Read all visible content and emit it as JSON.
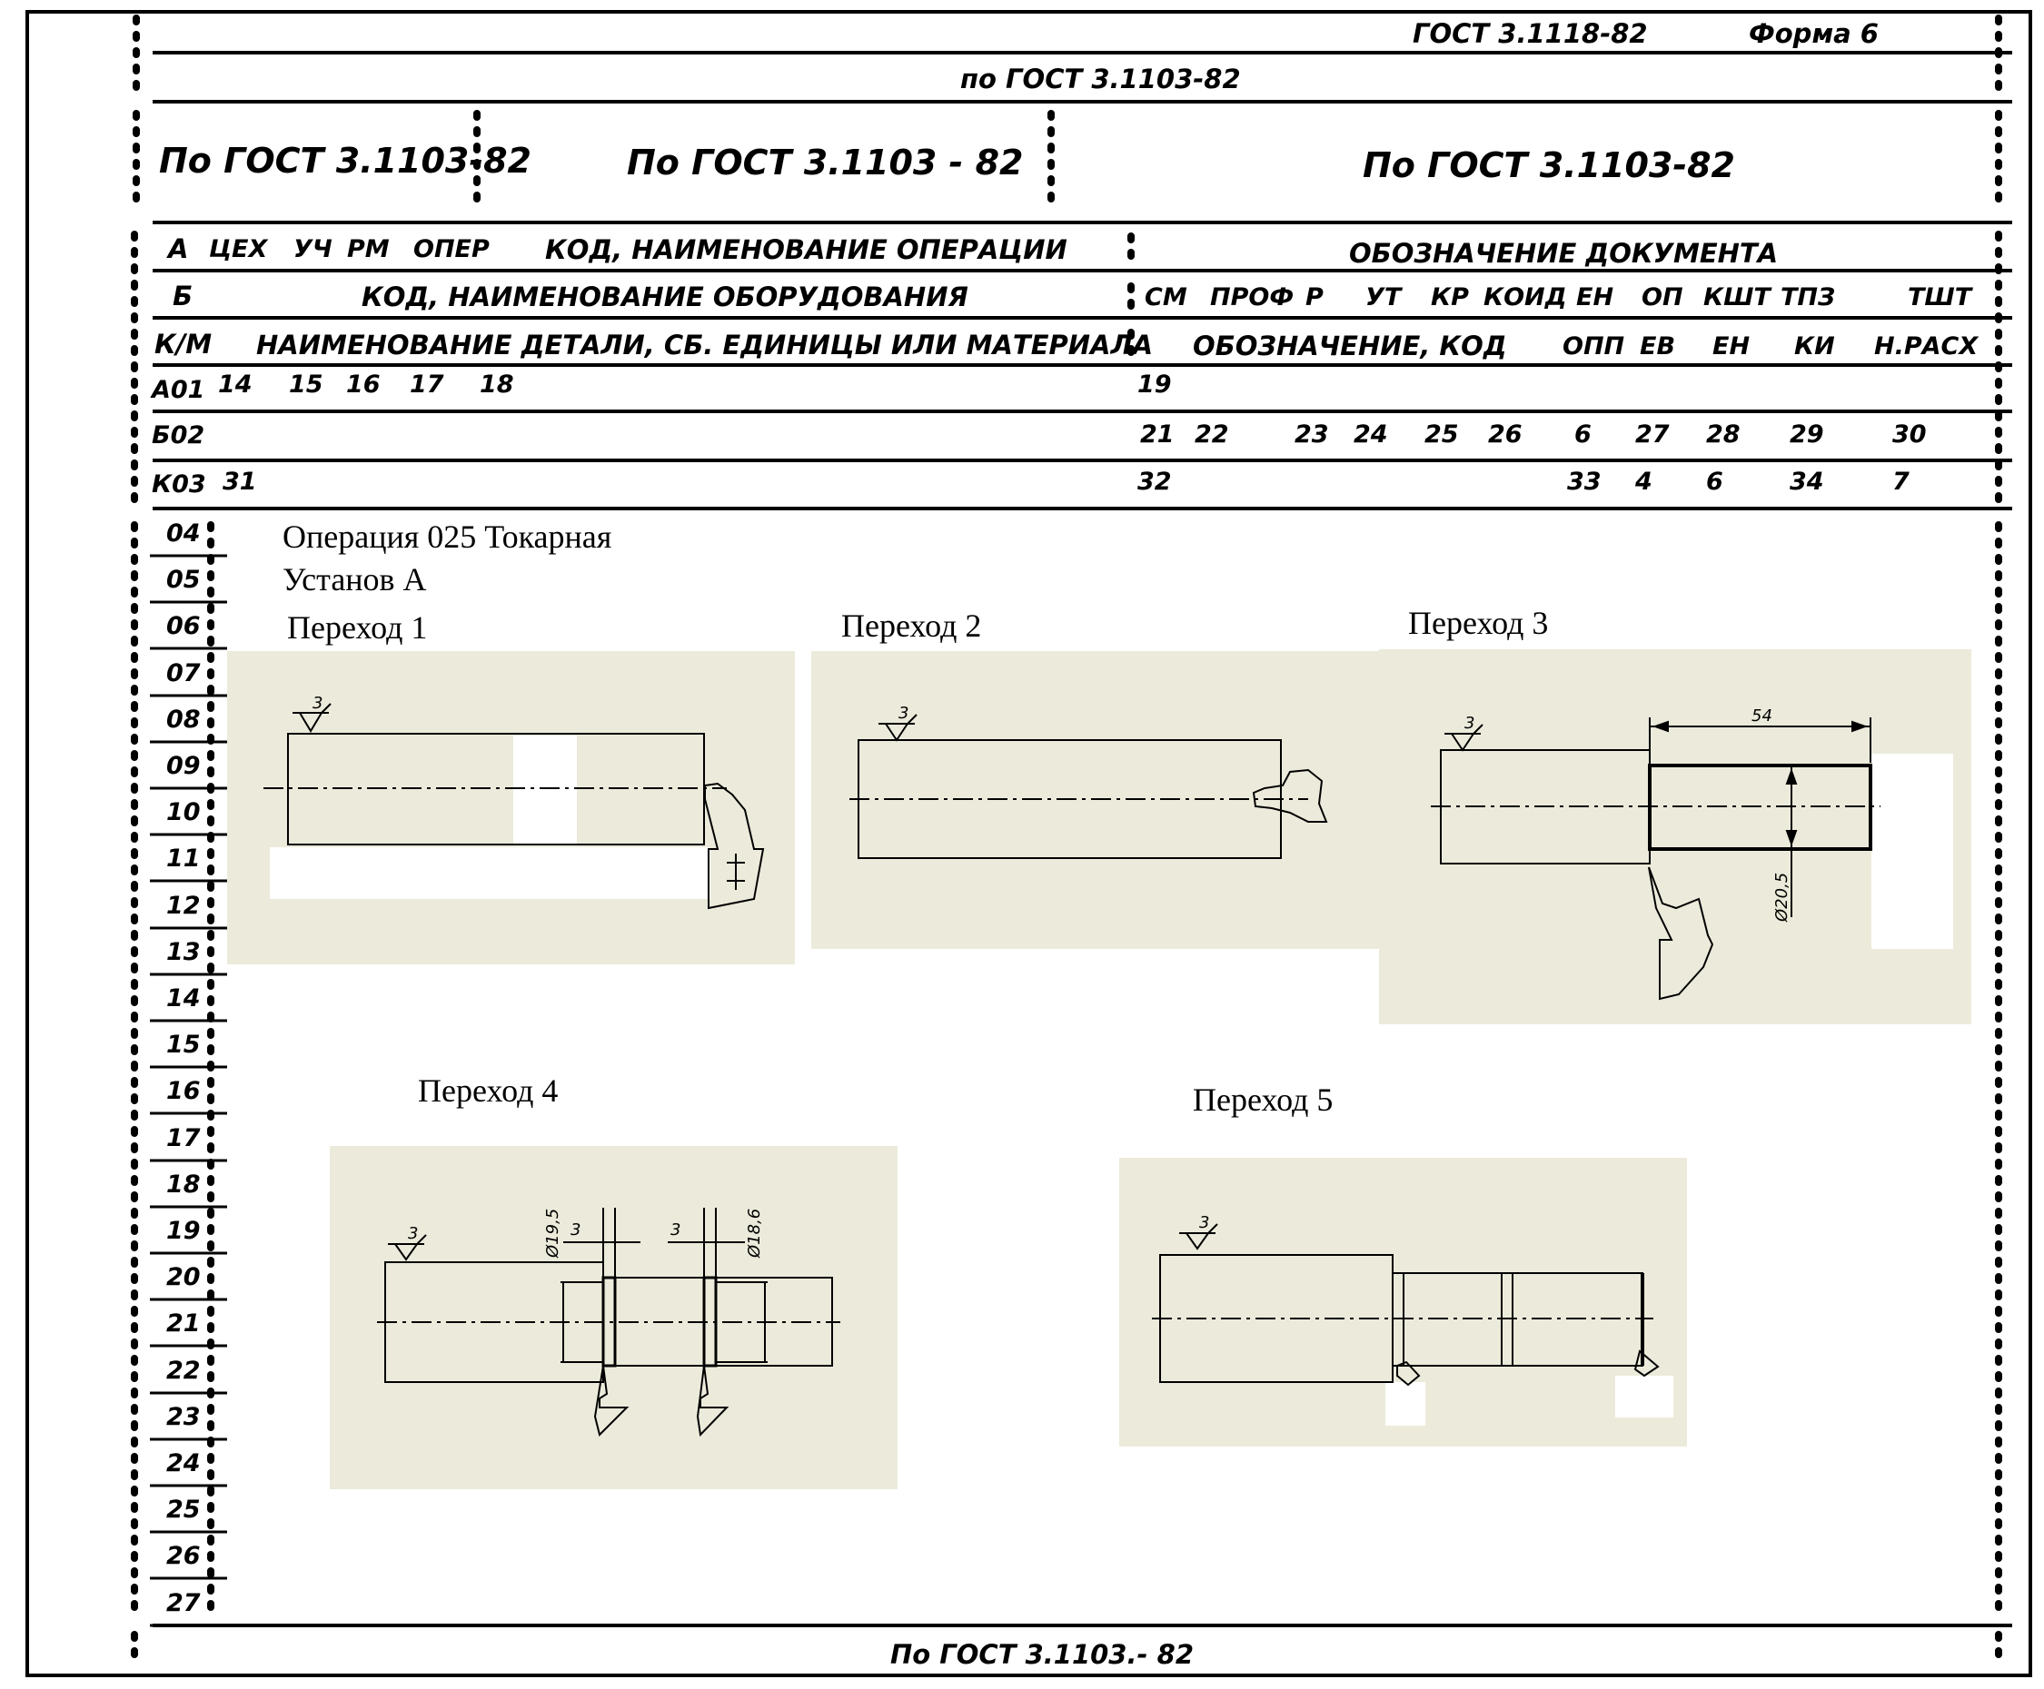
{
  "header": {
    "standard": "ГОСТ 3.1118-82",
    "form": "Форма 6",
    "row1": "по ГОСТ 3.1103-82",
    "row2_left": "По ГОСТ 3.1103-82",
    "row2_mid": "По ГОСТ 3.1103 - 82",
    "row2_right": "По ГОСТ 3.1103-82"
  },
  "row_a": {
    "tags": [
      "А",
      "ЦЕХ",
      "УЧ",
      "РМ",
      "ОПЕР"
    ],
    "operation": "КОД, НАИМЕНОВАНИЕ ОПЕРАЦИИ",
    "document": "ОБОЗНАЧЕНИЕ ДОКУМЕНТА"
  },
  "row_b": {
    "tag": "Б",
    "equipment": "КОД, НАИМЕНОВАНИЕ ОБОРУДОВАНИЯ",
    "fields": [
      "СМ",
      "ПРОФ",
      "Р",
      "УТ",
      "КР",
      "КОИД",
      "ЕН",
      "ОП",
      "КШТ",
      "ТПЗ",
      "ТШТ"
    ]
  },
  "row_km": {
    "tag": "К/М",
    "name": "НАИМЕНОВАНИЕ ДЕТАЛИ, СБ. ЕДИНИЦЫ ИЛИ МАТЕРИАЛА",
    "code": "ОБОЗНАЧЕНИЕ, КОД",
    "fields": [
      "ОПП",
      "ЕВ",
      "ЕН",
      "КИ",
      "Н.РАСХ"
    ]
  },
  "row_a01": {
    "tag": "А01",
    "nums": [
      "14",
      "15",
      "16",
      "17",
      "18",
      "19"
    ]
  },
  "row_b02": {
    "tag": "Б02",
    "nums": [
      "21",
      "22",
      "23",
      "24",
      "25",
      "26",
      "6",
      "27",
      "28",
      "29",
      "30"
    ]
  },
  "row_k03": {
    "tag": "К03",
    "nums": [
      "31",
      "32",
      "33",
      "4",
      "6",
      "34",
      "7"
    ]
  },
  "line_numbers": [
    "04",
    "05",
    "06",
    "07",
    "08",
    "09",
    "10",
    "11",
    "12",
    "13",
    "14",
    "15",
    "16",
    "17",
    "18",
    "19",
    "20",
    "21",
    "22",
    "23",
    "24",
    "25",
    "26",
    "27"
  ],
  "content": {
    "operation": "Операция 025 Токарная",
    "setup": "Установ А",
    "steps": [
      "Переход 1",
      "Переход 2",
      "Переход 3",
      "Переход 4",
      "Переход 5"
    ]
  },
  "dims": {
    "roughness": "3",
    "p3_length": "54",
    "p3_diam": "Ø20,5",
    "p4_d1": "Ø19,5",
    "p4_w1": "3",
    "p4_w2": "3",
    "p4_d2": "Ø18,6"
  },
  "footer": "По ГОСТ 3.1103.- 82",
  "colors": {
    "panel": "#ecebdb",
    "ink": "#000000",
    "paper": "#ffffff"
  }
}
